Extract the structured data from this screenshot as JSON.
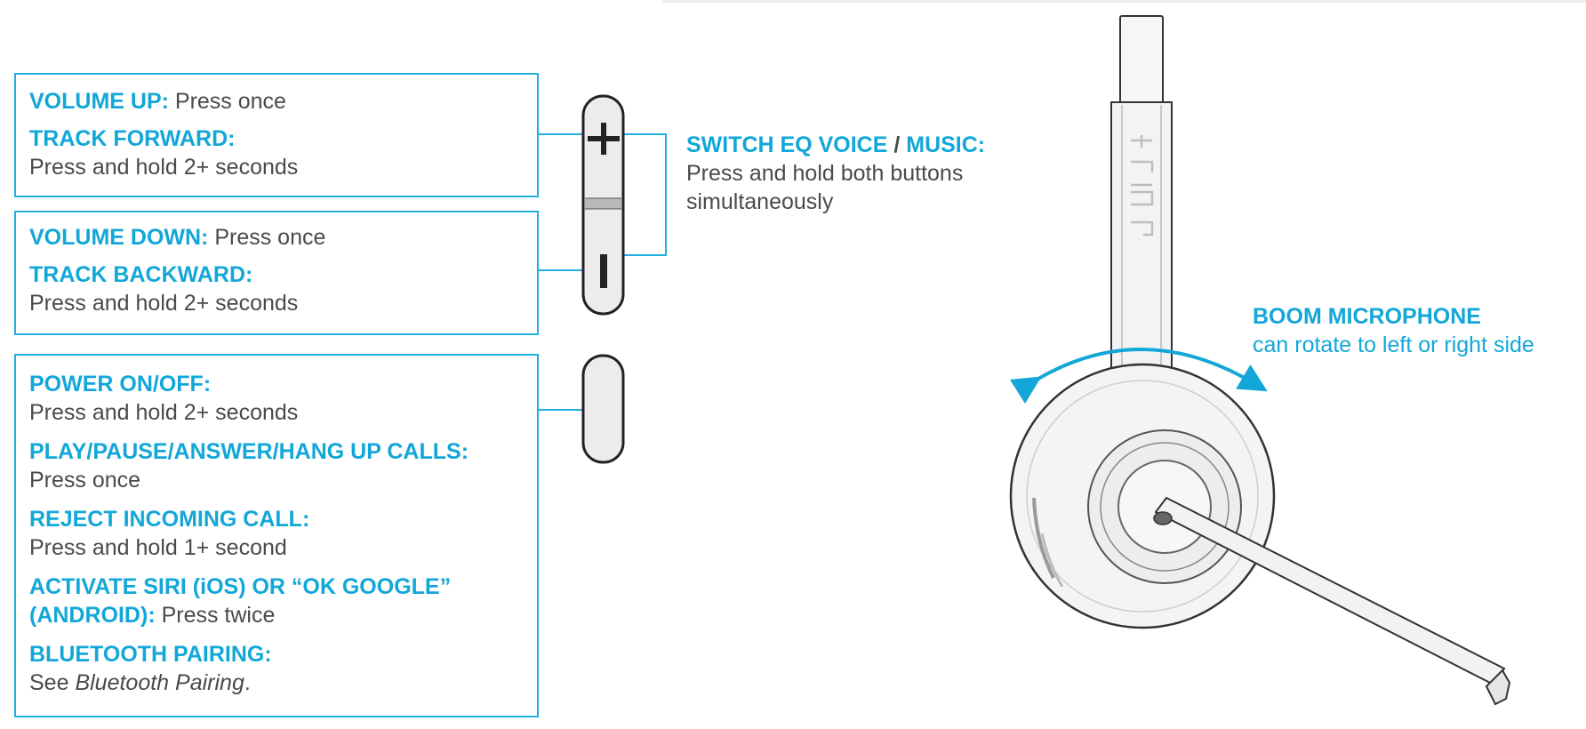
{
  "colors": {
    "accent": "#12a7d8",
    "text": "#4a4a4a",
    "border": "#20b0dc"
  },
  "box_top": {
    "volume_up_title": "VOLUME UP:",
    "volume_up_desc": " Press once",
    "track_forward_title": "TRACK FORWARD:",
    "track_forward_desc": "Press and hold 2+ seconds"
  },
  "box_middle": {
    "volume_down_title": "VOLUME DOWN:",
    "volume_down_desc": " Press once",
    "track_backward_title": "TRACK BACKWARD:",
    "track_backward_desc": "Press and hold 2+ seconds"
  },
  "box_bottom": {
    "power_title": "POWER ON/OFF:",
    "power_desc": "Press and hold 2+ seconds",
    "play_title": "PLAY/PAUSE/ANSWER/HANG UP CALLS:",
    "play_desc": "Press once",
    "reject_title": "REJECT INCOMING CALL:",
    "reject_desc": "Press and hold 1+ second",
    "siri_title_line1": "ACTIVATE SIRI (iOS) OR “OK GOOGLE”",
    "siri_title_line2": "(ANDROID):",
    "siri_desc": " Press twice",
    "bt_title": "BLUETOOTH PAIRING:",
    "bt_desc_prefix": "See ",
    "bt_desc_link": "Bluetooth Pairing",
    "bt_desc_suffix": "."
  },
  "eq_callout": {
    "title_part1": "SWITCH EQ VOICE",
    "separator": " / ",
    "title_part2": "MUSIC:",
    "desc_line1": "Press and hold both buttons",
    "desc_line2": "simultaneously"
  },
  "boom_callout": {
    "title": "BOOM MICROPHONE",
    "desc": "can rotate to left or right side"
  },
  "buttons": {
    "plus_symbol": "+",
    "minus_symbol": "−"
  }
}
